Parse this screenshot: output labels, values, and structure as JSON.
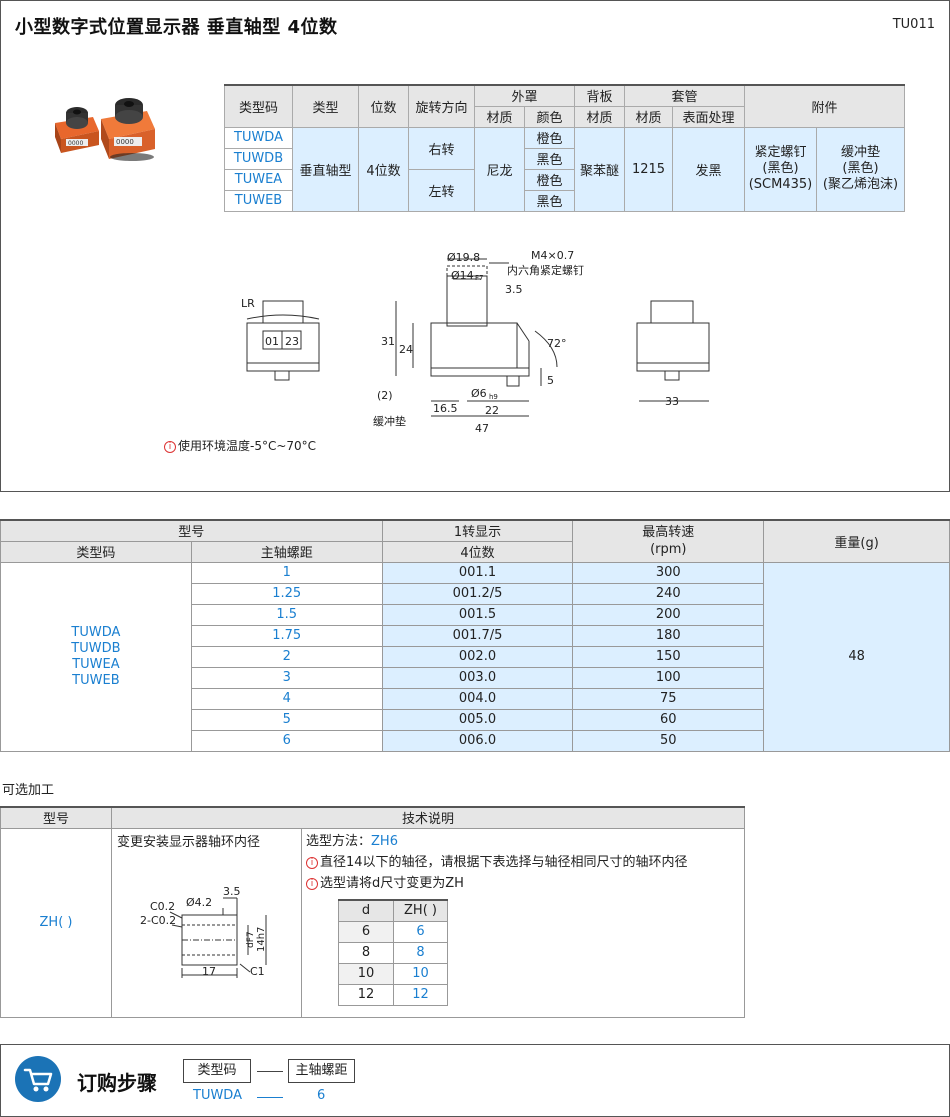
{
  "header": {
    "title": "小型数字式位置显示器  垂直轴型  4位数",
    "code": "TU011"
  },
  "spec": {
    "headers": {
      "type_code": "类型码",
      "type": "类型",
      "digits": "位数",
      "rotation": "旋转方向",
      "cover": "外罩",
      "back": "背板",
      "sleeve": "套管",
      "accessory": "附件",
      "material": "材质",
      "color": "颜色",
      "surface": "表面处理"
    },
    "codes": [
      "TUWDA",
      "TUWDB",
      "TUWEA",
      "TUWEB"
    ],
    "type": "垂直轴型",
    "digits": "4位数",
    "rotation": [
      "右转",
      "左转"
    ],
    "cover_material": "尼龙",
    "cover_colors": [
      "橙色",
      "黑色",
      "橙色",
      "黑色"
    ],
    "back_material": "聚苯醚",
    "sleeve_material": "1215",
    "sleeve_surface": "发黑",
    "accessory1": [
      "紧定螺钉",
      "(黑色)",
      "(SCM435)"
    ],
    "accessory2": [
      "缓冲垫",
      "(黑色)",
      "(聚乙烯泡沫)"
    ]
  },
  "drawing": {
    "lr": "LR",
    "counter": [
      "01",
      "23"
    ],
    "dims": {
      "d198": "Ø19.8",
      "d14": "Ø14",
      "f7": "F7",
      "m4": "M4×0.7",
      "screw": "内六角紧定螺钉",
      "h35": "3.5",
      "h31": "31",
      "h24": "24",
      "h2": "(2)",
      "angle": "72°",
      "h5": "5",
      "d6": "Ø6",
      "h9": "h9",
      "w165": "16.5",
      "w22": "22",
      "w47": "47",
      "w33": "33",
      "cushion": "缓冲垫"
    },
    "note": "使用环境温度-5°C~70°C"
  },
  "main_table": {
    "headers": {
      "model": "型号",
      "type_code": "类型码",
      "pitch": "主轴螺距",
      "display1": "1转显示",
      "display2": "4位数",
      "speed1": "最高转速",
      "speed2": "(rpm)",
      "weight": "重量(g)"
    },
    "codes": [
      "TUWDA",
      "TUWDB",
      "TUWEA",
      "TUWEB"
    ],
    "rows": [
      {
        "pitch": "1",
        "display": "001.1",
        "speed": "300"
      },
      {
        "pitch": "1.25",
        "display": "001.2/5",
        "speed": "240"
      },
      {
        "pitch": "1.5",
        "display": "001.5",
        "speed": "200"
      },
      {
        "pitch": "1.75",
        "display": "001.7/5",
        "speed": "180"
      },
      {
        "pitch": "2",
        "display": "002.0",
        "speed": "150"
      },
      {
        "pitch": "3",
        "display": "003.0",
        "speed": "100"
      },
      {
        "pitch": "4",
        "display": "004.0",
        "speed": "75"
      },
      {
        "pitch": "5",
        "display": "005.0",
        "speed": "60"
      },
      {
        "pitch": "6",
        "display": "006.0",
        "speed": "50"
      }
    ],
    "weight": "48"
  },
  "optional": {
    "label": "可选加工",
    "headers": {
      "model": "型号",
      "spec": "技术说明"
    },
    "model": "ZH(   )",
    "desc": "变更安装显示器轴环内径",
    "select_prefix": "选型方法：",
    "select_code": "ZH6",
    "note1": "直径14以下的轴径，请根据下表选择与轴径相同尺寸的轴环内径",
    "note2": "选型请将d尺寸变更为ZH",
    "draw": {
      "c02": "C0.2",
      "c2": "2-C0.2",
      "d42": "Ø4.2",
      "l35": "3.5",
      "l17": "17",
      "c1": "C1",
      "df7": "dF7",
      "d14": "14h7"
    },
    "zh_headers": {
      "d": "d",
      "zh": "ZH(   )"
    },
    "zh_rows": [
      {
        "d": "6",
        "zh": "6"
      },
      {
        "d": "8",
        "zh": "8"
      },
      {
        "d": "10",
        "zh": "10"
      },
      {
        "d": "12",
        "zh": "12"
      }
    ]
  },
  "order": {
    "title": "订购步骤",
    "box1": "类型码",
    "box2": "主轴螺距",
    "val1": "TUWDA",
    "val2": "6"
  },
  "colors": {
    "accent": "#1a7fd0",
    "light_blue": "#dcefff",
    "header_gray": "#e6e6e6",
    "orange": "#f07a3a"
  }
}
